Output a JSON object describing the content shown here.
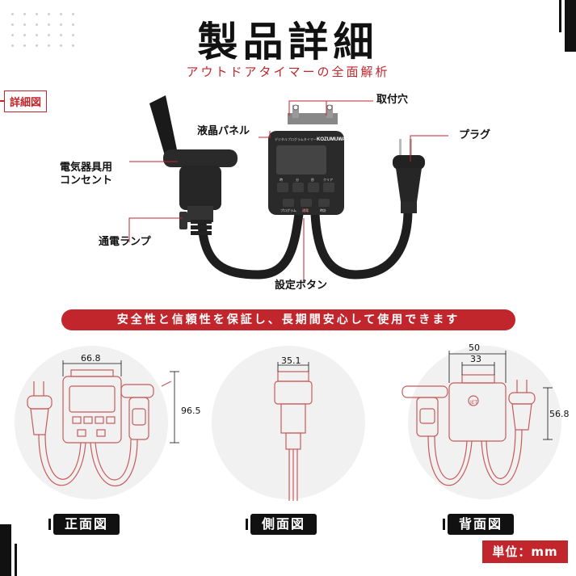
{
  "header": {
    "title": "製品詳細",
    "subtitle": "アウトドアタイマーの全面解析"
  },
  "detail_tag": "詳細図",
  "callouts": {
    "mount_hole": "取付穴",
    "lcd_panel": "液晶パネル",
    "plug": "プラグ",
    "outlet_line1": "電気器具用",
    "outlet_line2": "コンセント",
    "power_lamp": "通電ランプ",
    "setting_buttons": "設定ボタン"
  },
  "device": {
    "brand": "KOZUMUWAN",
    "lcd_header": "デジタルプログラムタイマー",
    "button_labels_top": [
      "時",
      "分",
      "秒",
      "クリア"
    ],
    "button_labels_bottom": [
      "プログラム",
      "通電",
      "時計"
    ]
  },
  "banner": "安全性と信頼性を保証し、長期間安心して使用できます",
  "views": {
    "front": {
      "label": "正面図",
      "width": "66.8",
      "height": "96.5"
    },
    "side": {
      "label": "側面図",
      "depth": "35.1"
    },
    "back": {
      "label": "背面図",
      "width_outer": "50",
      "width_inner": "33",
      "height": "56.8",
      "jet_mark": "JET"
    }
  },
  "unit": "単位：mm",
  "colors": {
    "accent": "#c0262c",
    "dark": "#111111",
    "device": "#2a2a2a",
    "outline": "#c85a5a"
  }
}
